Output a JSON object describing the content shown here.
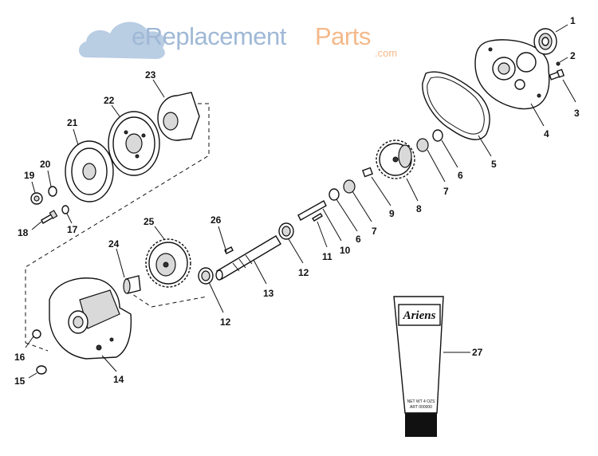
{
  "watermark": {
    "brand_part1": "eReplacement",
    "brand_part2": "Parts",
    "brand_suffix": ".com",
    "colors": {
      "blue": "#9fb8d6",
      "orange": "#f4b98a"
    }
  },
  "tube": {
    "brand": "Ariens",
    "fine_print_1": "NET WT 4 OZS",
    "fine_print_2": "ART 000000"
  },
  "callouts": [
    "1",
    "2",
    "3",
    "4",
    "5",
    "6",
    "7",
    "8",
    "9",
    "6",
    "7",
    "10",
    "11",
    "12",
    "13",
    "12",
    "14",
    "15",
    "16",
    "17",
    "18",
    "19",
    "20",
    "21",
    "22",
    "23",
    "24",
    "25",
    "26",
    "27"
  ]
}
